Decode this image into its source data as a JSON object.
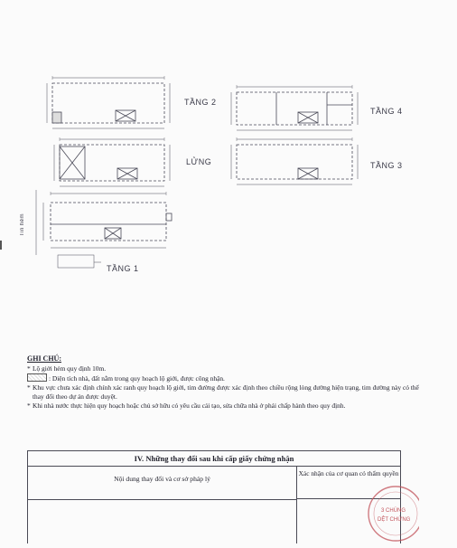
{
  "plan": {
    "floors": {
      "t2": "TẦNG 2",
      "t4": "TẦNG 4",
      "lung": "LỬNG",
      "t3": "TẦNG 3",
      "t1": "TẦNG 1"
    },
    "side_text": "Tin hẻm"
  },
  "notes": {
    "title": "GHI CHÚ:",
    "items": [
      "Lộ giới hẻm quy định 10m.",
      ": Diện tích nhà, đất nằm trong quy hoạch lộ giới, được công nhận.",
      "Khu vực chưa xác định chính xác ranh quy hoạch lộ giới, tim đường được xác định theo chiều rộng lòng đường hiện trạng, tim đường này có thể thay đổi theo dự án được duyệt.",
      "Khi nhà nước thực hiện quy hoạch hoặc chủ sở hữu có yêu cầu cải tạo, sửa chữa nhà ở phải chấp hành theo quy định."
    ]
  },
  "table": {
    "title": "IV. Những thay đổi sau khi cấp giấy chứng nhận",
    "col_left": "Nội dung thay đổi và cơ sở pháp lý",
    "col_right": "Xác nhận của cơ quan có thẩm quyền"
  },
  "stamp": {
    "line1": "3 CHÚNG",
    "line2": "DỆT CHỨNG"
  },
  "colors": {
    "ink": "#1f1f2a",
    "stamp": "#c2525a",
    "paper": "#fbfbfb"
  }
}
